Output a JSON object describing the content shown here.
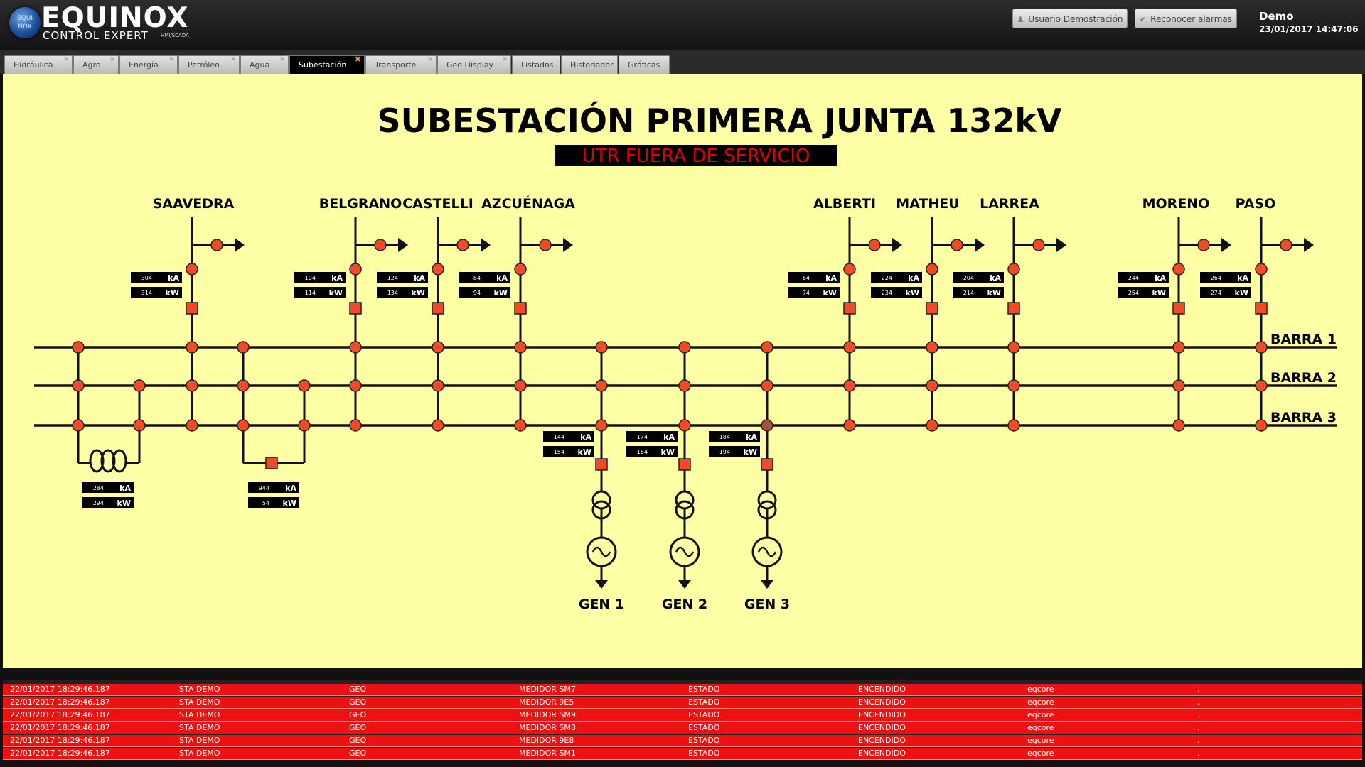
{
  "app": {
    "logo_badge_top": "EQUI",
    "logo_badge_bottom": "NOX",
    "logo_title": "EQUINOX",
    "logo_sub": "CONTROL EXPERT",
    "logo_tag": "HMI/SCADA"
  },
  "header": {
    "user_button": "Usuario Demostración",
    "ack_button": "Reconocer alarmas",
    "user": "Demo",
    "datetime": "23/01/2017 14:47:06"
  },
  "tabs": [
    {
      "label": "Hidráulica",
      "active": false
    },
    {
      "label": "Agro",
      "active": false
    },
    {
      "label": "Energía",
      "active": false
    },
    {
      "label": "Petróleo",
      "active": false
    },
    {
      "label": "Agua",
      "active": false
    },
    {
      "label": "Subestación",
      "active": true
    },
    {
      "label": "Transporte",
      "active": false
    },
    {
      "label": "Geo Display",
      "active": false
    },
    {
      "label": "Listados",
      "active": false
    },
    {
      "label": "Historiador",
      "active": false
    },
    {
      "label": "Gráficas",
      "active": false
    }
  ],
  "diagram": {
    "title": "SUBESTACIÓN PRIMERA JUNTA 132kV",
    "status": "UTR FUERA DE SERVICIO",
    "colors": {
      "background": "#fefea5",
      "node": "#f04a28",
      "status_text": "#e00000"
    },
    "buses": [
      "BARRA 1",
      "BARRA 2",
      "BARRA 3"
    ],
    "unit_current": "kA",
    "unit_power": "kW",
    "feeders": [
      {
        "name": "SAAVEDRA",
        "ka": "304",
        "kw": "314"
      },
      {
        "name": "BELGRANO",
        "ka": "104",
        "kw": "114"
      },
      {
        "name": "CASTELLI",
        "ka": "124",
        "kw": "134"
      },
      {
        "name": "AZCUÉNAGA",
        "ka": "84",
        "kw": "94"
      },
      {
        "name": "ALBERTI",
        "ka": "64",
        "kw": "74"
      },
      {
        "name": "MATHEU",
        "ka": "224",
        "kw": "234"
      },
      {
        "name": "LARREA",
        "ka": "204",
        "kw": "214"
      },
      {
        "name": "MORENO",
        "ka": "244",
        "kw": "254"
      },
      {
        "name": "PASO",
        "ka": "264",
        "kw": "274"
      }
    ],
    "generators": [
      {
        "name": "GEN 1",
        "ka": "144",
        "kw": "154"
      },
      {
        "name": "GEN 2",
        "ka": "174",
        "kw": "164"
      },
      {
        "name": "GEN 3",
        "ka": "184",
        "kw": "194"
      }
    ],
    "couplers": [
      {
        "ka": "284",
        "kw": "294"
      },
      {
        "ka": "944",
        "kw": "54"
      }
    ]
  },
  "events": [
    {
      "time": "22/01/2017 18:29:46.187",
      "station": "STA DEMO",
      "area": "GEO",
      "device": "MEDIDOR SM7",
      "attr": "ESTADO",
      "value": "ENCENDIDO",
      "user": "eqcore",
      "ack": "."
    },
    {
      "time": "22/01/2017 18:29:46.187",
      "station": "STA DEMO",
      "area": "GEO",
      "device": "MEDIDOR 9E5",
      "attr": "ESTADO",
      "value": "ENCENDIDO",
      "user": "eqcore",
      "ack": "."
    },
    {
      "time": "22/01/2017 18:29:46.187",
      "station": "STA DEMO",
      "area": "GEO",
      "device": "MEDIDOR SM9",
      "attr": "ESTADO",
      "value": "ENCENDIDO",
      "user": "eqcore",
      "ack": "."
    },
    {
      "time": "22/01/2017 18:29:46.187",
      "station": "STA DEMO",
      "area": "GEO",
      "device": "MEDIDOR SM8",
      "attr": "ESTADO",
      "value": "ENCENDIDO",
      "user": "eqcore",
      "ack": "."
    },
    {
      "time": "22/01/2017 18:29:46.187",
      "station": "STA DEMO",
      "area": "GEO",
      "device": "MEDIDOR 9E8",
      "attr": "ESTADO",
      "value": "ENCENDIDO",
      "user": "eqcore",
      "ack": "."
    },
    {
      "time": "22/01/2017 18:29:46.187",
      "station": "STA DEMO",
      "area": "GEO",
      "device": "MEDIDOR SM1",
      "attr": "ESTADO",
      "value": "ENCENDIDO",
      "user": "eqcore",
      "ack": "."
    }
  ]
}
